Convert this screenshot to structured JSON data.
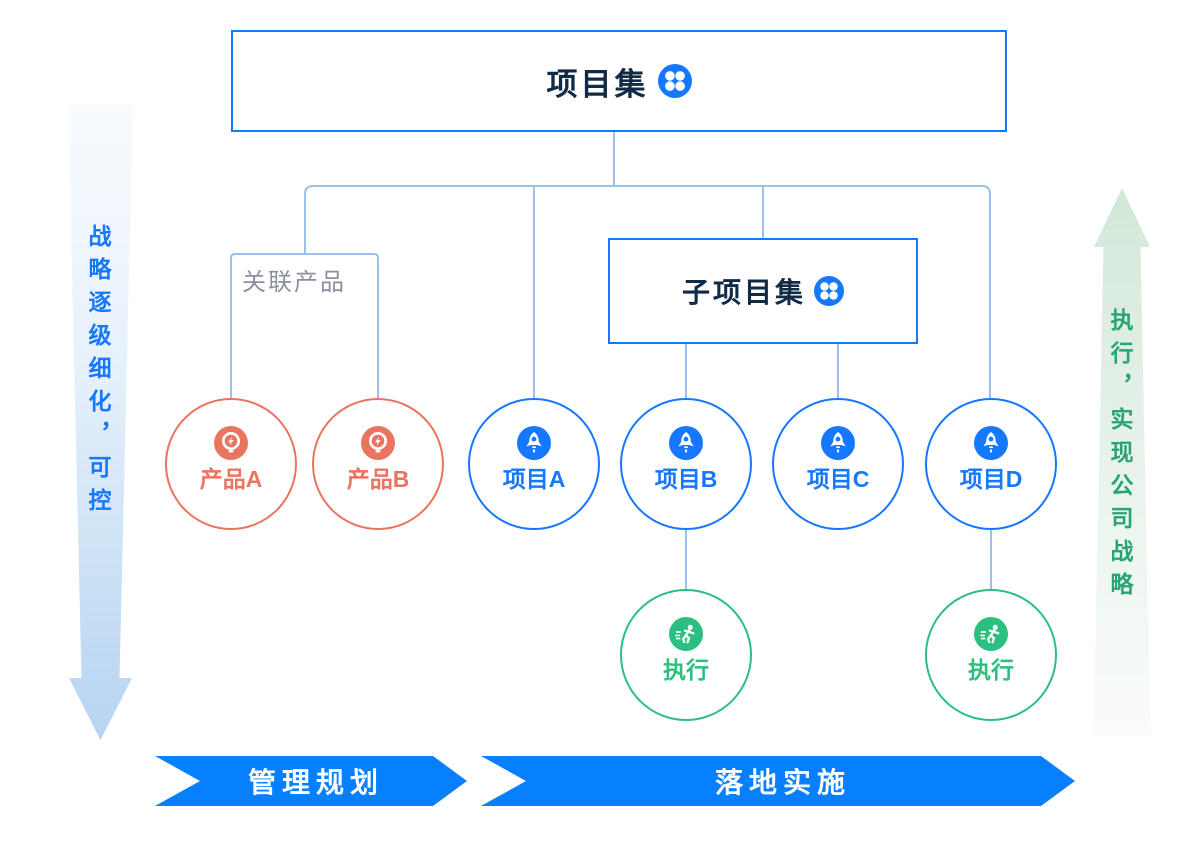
{
  "colors": {
    "primary_blue": "#1677ff",
    "banner_blue": "#0680ff",
    "dark_text": "#112a45",
    "coral": "#e9745f",
    "green": "#2bbf80",
    "connector_blue": "#9cc2e8",
    "gray_label": "#8a919e",
    "arrow_text_blue": "#1677ff",
    "arrow_text_green": "#28a571"
  },
  "root": {
    "label": "项目集",
    "icon": "program-clover-icon"
  },
  "subprogram": {
    "label": "子项目集",
    "icon": "program-clover-icon"
  },
  "related_products": {
    "label": "关联产品"
  },
  "nodes": [
    {
      "label": "产品A",
      "type": "product",
      "icon": "lightbulb-bolt-icon"
    },
    {
      "label": "产品B",
      "type": "product",
      "icon": "lightbulb-bolt-icon"
    },
    {
      "label": "项目A",
      "type": "project",
      "icon": "rocket-icon"
    },
    {
      "label": "项目B",
      "type": "project",
      "icon": "rocket-icon"
    },
    {
      "label": "项目C",
      "type": "project",
      "icon": "rocket-icon"
    },
    {
      "label": "项目D",
      "type": "project",
      "icon": "rocket-icon"
    },
    {
      "label": "执行",
      "type": "execution",
      "icon": "runner-icon"
    },
    {
      "label": "执行",
      "type": "execution",
      "icon": "runner-icon"
    }
  ],
  "side_arrows": {
    "left": {
      "text": "战略逐级细化，可控",
      "direction": "down"
    },
    "right": {
      "text": "执行，实现公司战略",
      "direction": "up"
    }
  },
  "banners": [
    {
      "label": "管理规划"
    },
    {
      "label": "落地实施"
    }
  ]
}
